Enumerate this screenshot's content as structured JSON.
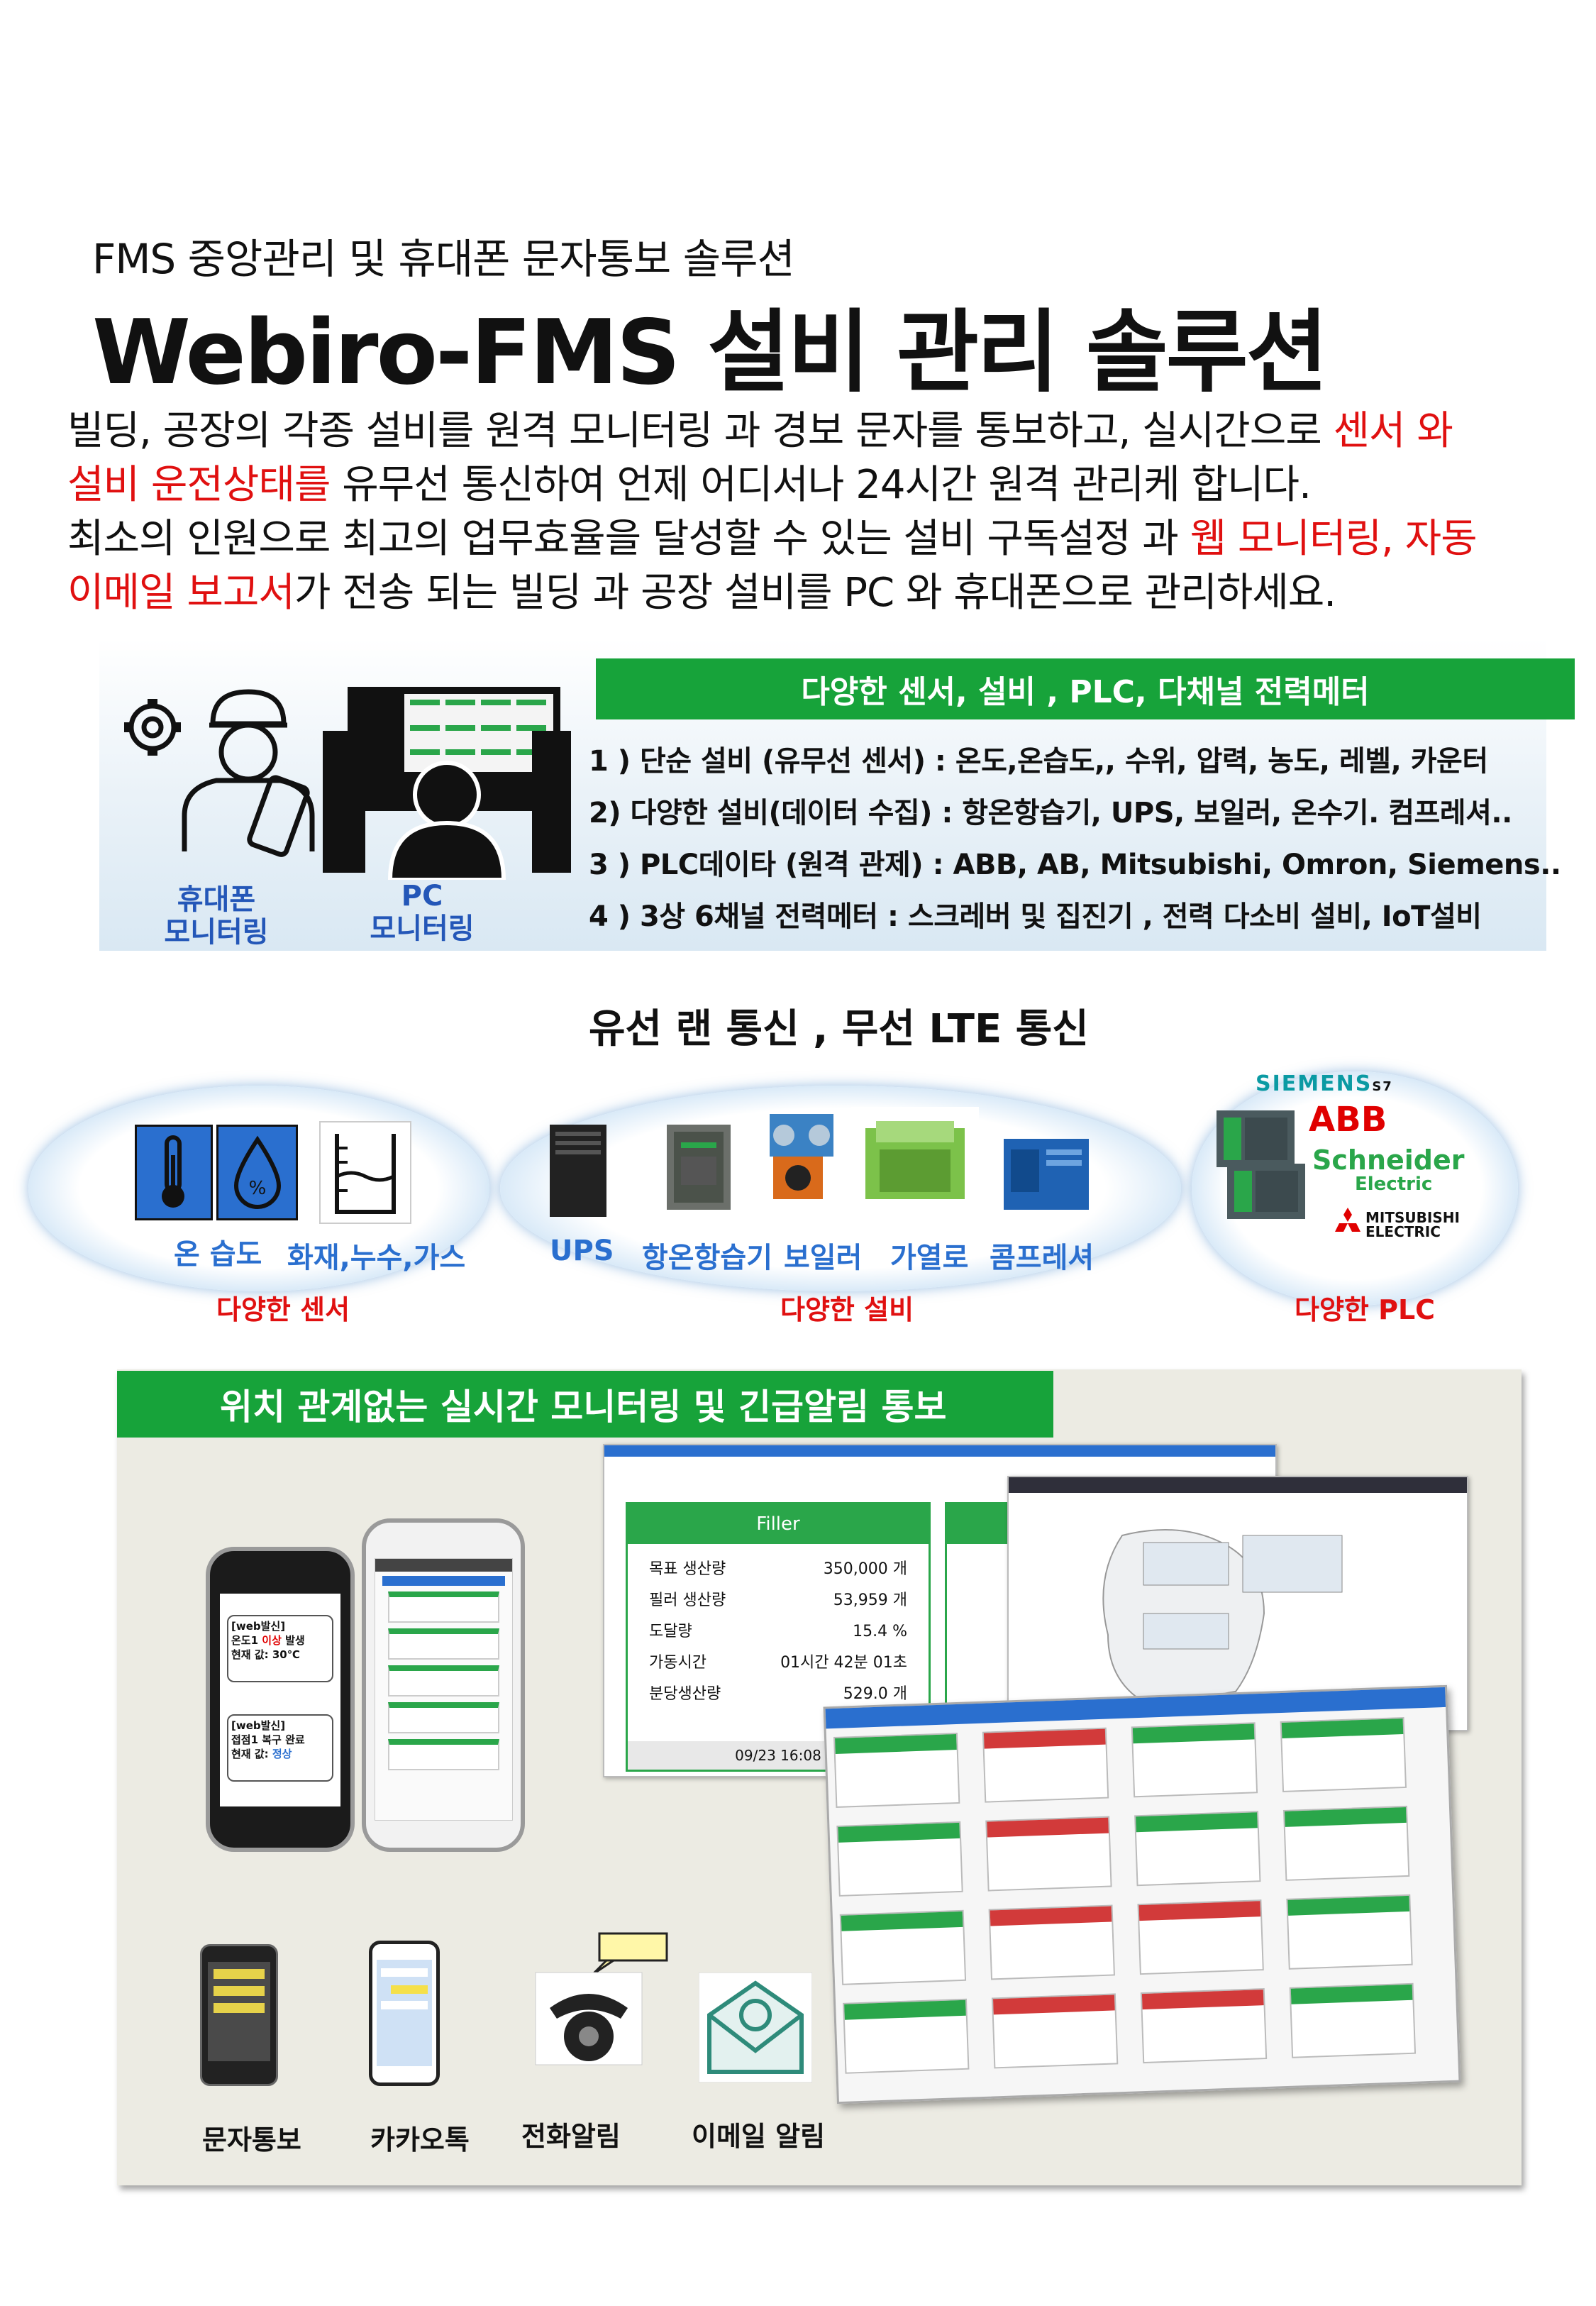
{
  "header": {
    "subtitle": "FMS 중앙관리 및 휴대폰 문자통보 솔루션",
    "title": "Webiro-FMS 설비 관리 솔루션"
  },
  "intro": {
    "line1": "빌딩, 공장의 각종 설비를 원격 모니터링 과 경보 문자를 통보하고, 실시간으로 ",
    "line1_red": "센서  와",
    "line2_red": "설비 운전상태를",
    "line2": " 유무선 통신하여 언제 어디서나 24시간 원격 관리케 합니다.",
    "line3": "최소의 인원으로 최고의 업무효율을 달성할 수 있는 설비 구독설정 과 ",
    "line3_red": "웹 모니터링, 자동",
    "line4_red": "이메일 보고서",
    "line4": "가 전송 되는  빌딩 과 공장 설비를 PC  와 휴대폰으로 관리하세요."
  },
  "section1": {
    "bar_title": "다양한 센서, 설비 ,  PLC,  다채널 전력메터",
    "items": [
      "1 ) 단순 설비 (유무선 센서)  : 온도,온습도,, 수위, 압력, 농도, 레벨, 카운터",
      "2) 다양한 설비(데이터 수집) : 항온항습기, UPS, 보일러, 온수기. 컴프레셔..",
      "3 ) PLC데이타 (원격 관제)  : ABB, AB, Mitsubishi, Omron, Siemens..",
      "4 ) 3상 6채널 전력메터       :  스크레버 및 집진기 , 전력 다소비 설비, IoT설비"
    ],
    "phone_caption_1": "휴대폰",
    "phone_caption_2": "모니터링",
    "pc_caption_1": "PC",
    "pc_caption_2": "모니터링"
  },
  "comm": "유선 랜 통신   , 무선 LTE 통신",
  "section2": {
    "sensor_labels": [
      "온 습도",
      "화재,누수,가스"
    ],
    "sensor_title": "다양한 센서",
    "equip_labels": [
      "UPS",
      "항온항습기",
      "보일러",
      "가열로",
      "콤프레셔"
    ],
    "equip_title": "다양한 설비",
    "plc_title": "다양한 PLC",
    "brands": {
      "siemens": "SIEMENS",
      "siemens_sub": "S7",
      "abb": "ABB",
      "schneider": "Schneider",
      "schneider_sub": "Electric",
      "mitsubishi_1": "MITSUBISHI",
      "mitsubishi_2": "ELECTRIC"
    }
  },
  "section3": {
    "bar_title": "위치 관계없는 실시간 모니터링 및 긴급알림 통보",
    "sms": {
      "msg1_line1": "[web발신]",
      "msg1_line2a": "온도1 ",
      "msg1_line2b": "이상",
      "msg1_line2c": " 발생",
      "msg1_line3": "현재 값: 30℃",
      "msg2_line1": "[web발신]",
      "msg2_line2": "접점1 복구 완료",
      "msg2_line3a": "현재 값: ",
      "msg2_line3b": "정상"
    },
    "filler": {
      "title": "Filler",
      "rows": [
        {
          "k": "목표 생산량",
          "v": "350,000 개"
        },
        {
          "k": "필러 생산량",
          "v": "53,959 개"
        },
        {
          "k": "도달량",
          "v": "15.4 %"
        },
        {
          "k": "가동시간",
          "v": "01시간 42분 01초"
        },
        {
          "k": "분당생산량",
          "v": "529.0 개"
        }
      ],
      "timestamp": "09/23 16:08"
    },
    "alerts": [
      "문자통보",
      "카카오톡",
      "전화알림",
      "이메일 알림"
    ]
  },
  "colors": {
    "green": "#17a33a",
    "red": "#e01010",
    "blue": "#2a6fcf"
  }
}
